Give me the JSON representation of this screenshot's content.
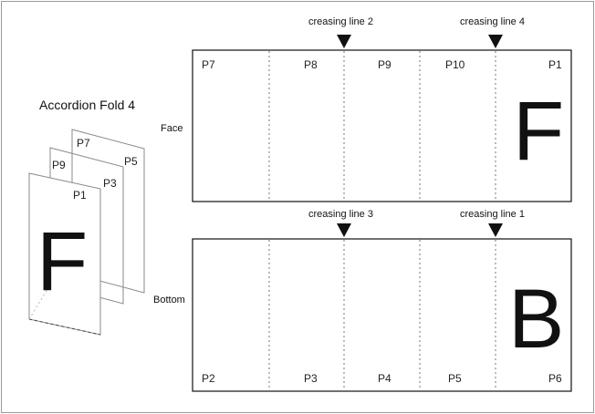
{
  "title": "Accordion Fold 4",
  "face": {
    "label": "Face",
    "panels": [
      "P7",
      "P8",
      "P9",
      "P10",
      "P1"
    ],
    "big_letter": "F"
  },
  "bottom": {
    "label": "Bottom",
    "panels": [
      "P2",
      "P3",
      "P4",
      "P5",
      "P6"
    ],
    "big_letter": "B"
  },
  "creases": {
    "top_left": "creasing line 2",
    "top_right": "creasing line 4",
    "bottom_left": "creasing line 3",
    "bottom_right": "creasing line 1"
  },
  "folded": {
    "labels": [
      "P7",
      "P5",
      "P9",
      "P3",
      "P1"
    ],
    "big_letter": "F"
  },
  "colors": {
    "line": "#111111",
    "fold_line": "#8a8a8a",
    "border": "#9a9a9a"
  }
}
